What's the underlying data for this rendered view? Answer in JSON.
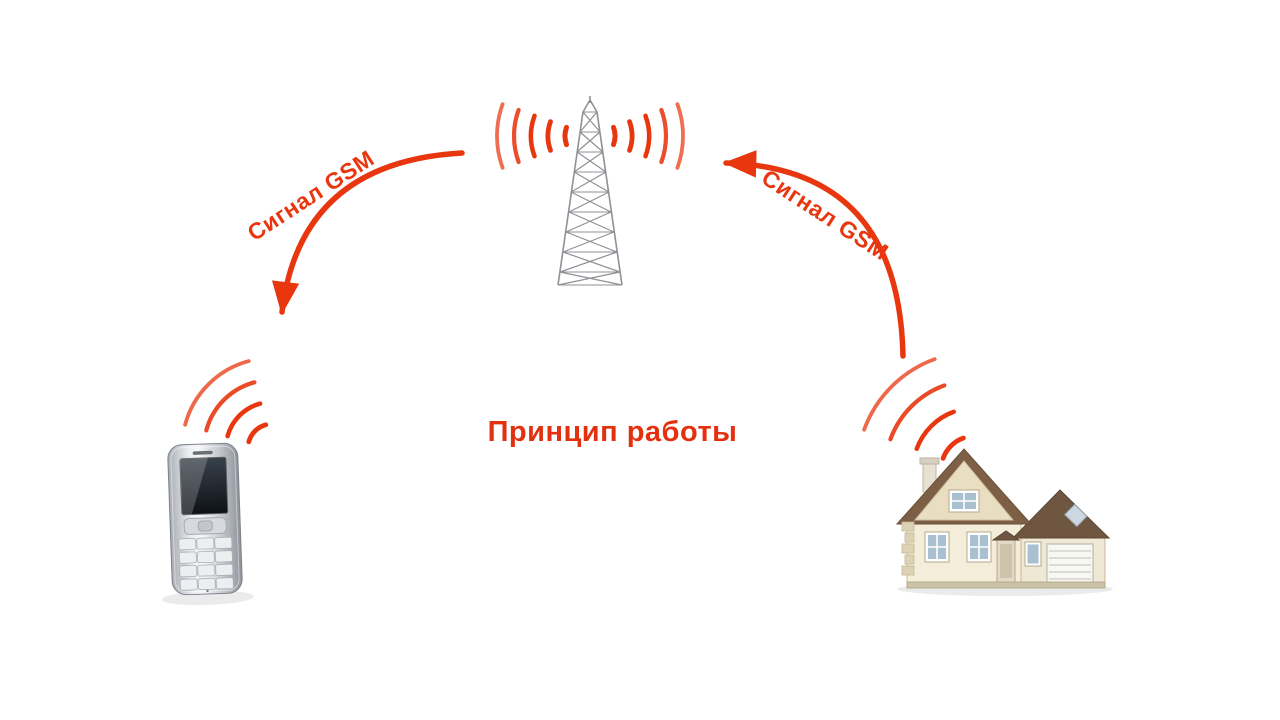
{
  "title": "Принцип работы",
  "labels": {
    "signal_left": "Сигнал GSM",
    "signal_right": "Сигнал GSM"
  },
  "colors": {
    "accent_red": "#e8360e",
    "title_red": "#e33110",
    "tower_gray": "#8e9196",
    "roof_brown": "#7d5f45",
    "wall_cream": "#f3edda",
    "background": "#ffffff"
  },
  "icons": [
    "cell-tower-icon",
    "radio-waves-icon",
    "mobile-phone-icon",
    "house-icon",
    "curved-arrow-icon"
  ]
}
